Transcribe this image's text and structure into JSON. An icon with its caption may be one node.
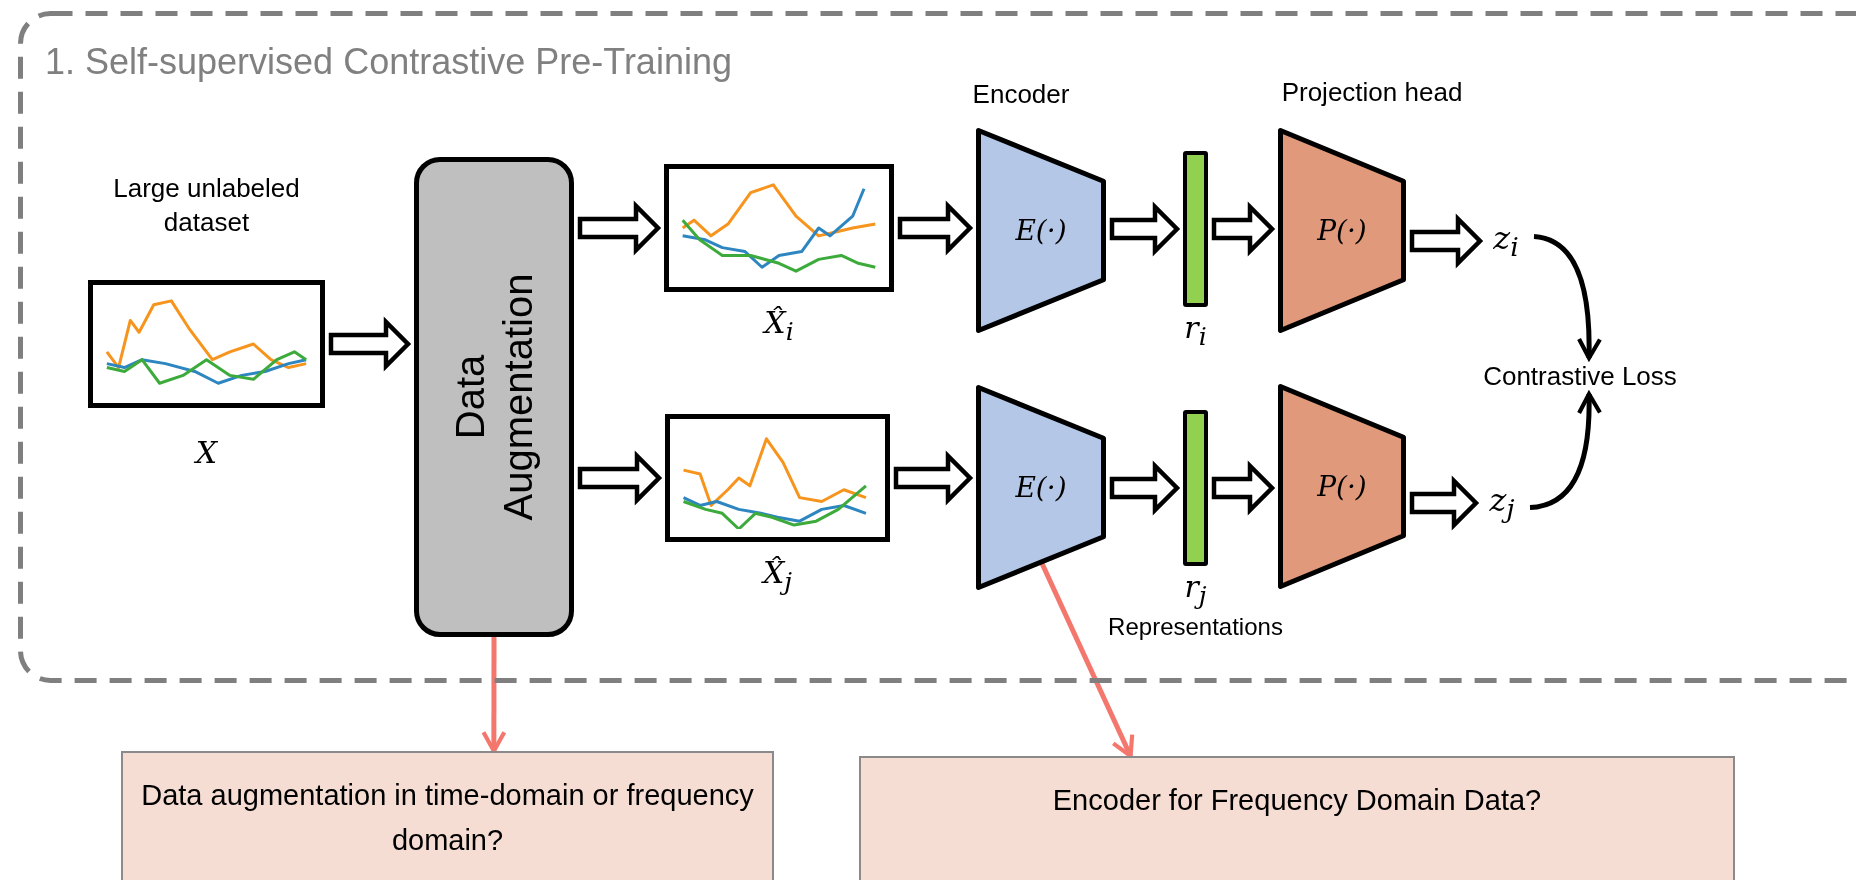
{
  "diagram": {
    "nodes": [
      {
        "text": [
          "1. Self-supervised Contrastive Pre-Training"
        ]
      },
      {
        "text": [
          "Large unlabeled dataset"
        ],
        "beside": [
          "X"
        ],
        "in": 0
      },
      {
        "text": [
          "Data Augmentation"
        ],
        "in": 0
      },
      {
        "text": [],
        "shape": "picture",
        "beside": [
          "X̂$_{i}$"
        ],
        "in": 0
      },
      {
        "text": [],
        "shape": "picture",
        "beside": [
          "X̂$_{j}$"
        ],
        "in": 0
      },
      {
        "text": [
          "Encoder",
          "E(·)"
        ],
        "in": 0
      },
      {
        "text": [
          "E(·)"
        ],
        "in": 0
      },
      {
        "text": [],
        "shape": "bar",
        "beside": [
          "r$_{i}$"
        ],
        "in": 0
      },
      {
        "text": [],
        "shape": "bar",
        "beside": [
          "r$_{j}$",
          "Representations"
        ],
        "in": 0
      },
      {
        "text": [
          "Projection head",
          "P(·)"
        ],
        "in": 0
      },
      {
        "text": [
          "P(·)"
        ],
        "in": 0
      },
      {
        "text": [
          "z$_{i}$"
        ],
        "in": 0
      },
      {
        "text": [
          "z$_{j}$"
        ],
        "in": 0
      },
      {
        "text": [
          "Contrastive Loss"
        ],
        "in": 0
      },
      {
        "text": [
          "Data augmentation in time-domain or frequency domain?"
        ]
      },
      {
        "text": [
          "Encoder for Frequency Domain Data?"
        ]
      }
    ],
    "edges": [
      {
        "from": 1,
        "to": 2,
        "arrow": "to"
      },
      {
        "from": 2,
        "to": 3,
        "arrow": "to"
      },
      {
        "from": 2,
        "to": 4,
        "arrow": "to"
      },
      {
        "from": 3,
        "to": 5,
        "arrow": "to"
      },
      {
        "from": 4,
        "to": 6,
        "arrow": "to"
      },
      {
        "from": 5,
        "to": 7,
        "arrow": "to"
      },
      {
        "from": 6,
        "to": 8,
        "arrow": "to"
      },
      {
        "from": 7,
        "to": 9,
        "arrow": "to"
      },
      {
        "from": 8,
        "to": 10,
        "arrow": "to"
      },
      {
        "from": 9,
        "to": 11,
        "arrow": "to"
      },
      {
        "from": 10,
        "to": 12,
        "arrow": "to"
      },
      {
        "from": 11,
        "to": 13,
        "arrow": "to"
      },
      {
        "from": 12,
        "to": 13,
        "arrow": "to"
      },
      {
        "from": 2,
        "to": 14,
        "arrow": "to",
        "color": "#f4776e"
      },
      {
        "from": 6,
        "to": 15,
        "arrow": "to",
        "color": "#f4776e"
      }
    ]
  }
}
